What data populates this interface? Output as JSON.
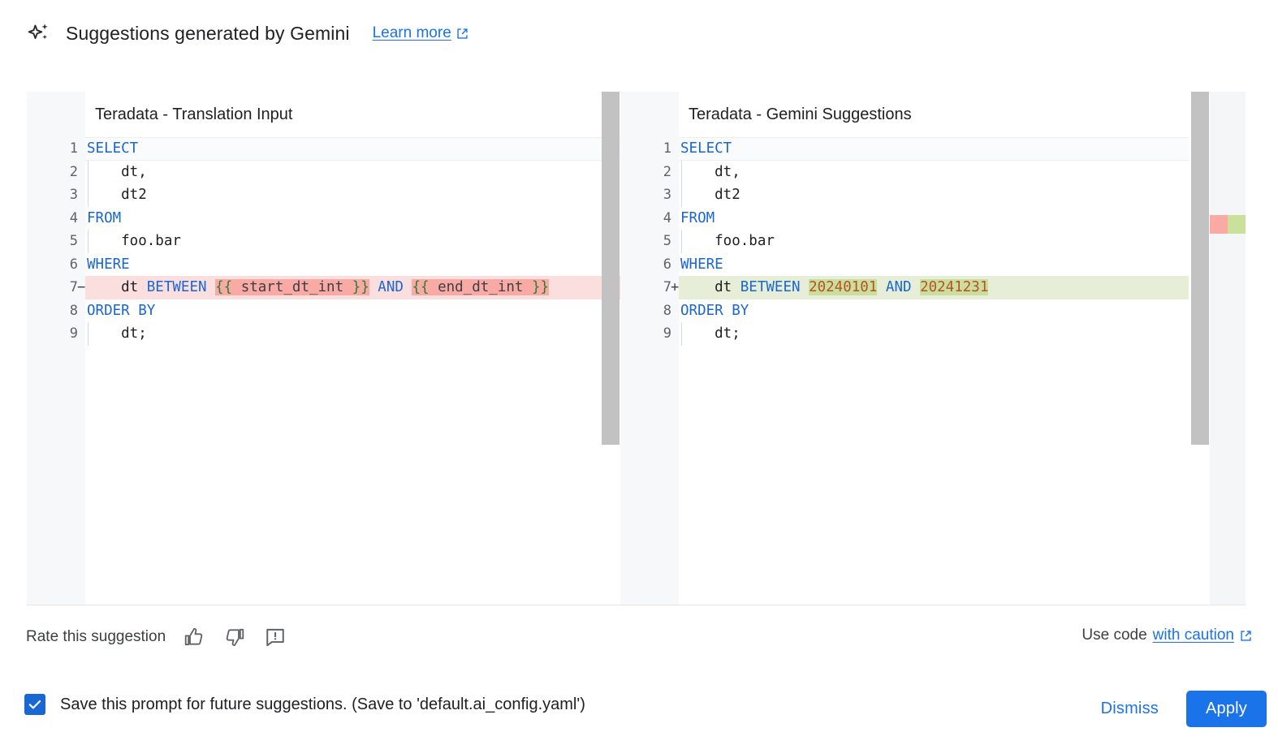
{
  "header": {
    "sparkle_icon": "sparkle-icon",
    "title": "Suggestions generated by Gemini",
    "learn_more": "Learn more",
    "learn_more_icon": "external-link-icon"
  },
  "diff": {
    "left": {
      "title": "Teradata - Translation Input",
      "lines": [
        {
          "no": "1",
          "marker": "",
          "type": "current",
          "indent": false,
          "tokens": [
            {
              "t": "SELECT",
              "c": "kw"
            }
          ]
        },
        {
          "no": "2",
          "marker": "",
          "type": "",
          "indent": true,
          "tokens": [
            {
              "t": "    dt,",
              "c": "ident"
            }
          ]
        },
        {
          "no": "3",
          "marker": "",
          "type": "",
          "indent": true,
          "tokens": [
            {
              "t": "    dt2",
              "c": "ident"
            }
          ]
        },
        {
          "no": "4",
          "marker": "",
          "type": "",
          "indent": false,
          "tokens": [
            {
              "t": "FROM",
              "c": "kw"
            }
          ]
        },
        {
          "no": "5",
          "marker": "",
          "type": "",
          "indent": true,
          "tokens": [
            {
              "t": "    foo.bar",
              "c": "ident"
            }
          ]
        },
        {
          "no": "6",
          "marker": "",
          "type": "",
          "indent": false,
          "tokens": [
            {
              "t": "WHERE",
              "c": "kw"
            }
          ]
        },
        {
          "no": "7",
          "marker": "−",
          "type": "del",
          "indent": false,
          "tokens": [
            {
              "t": "    dt ",
              "c": "ident"
            },
            {
              "t": "BETWEEN",
              "c": "kw"
            },
            {
              "t": " ",
              "c": "ident"
            },
            {
              "t": "{{",
              "c": "brc w-del"
            },
            {
              "t": " start_dt_int ",
              "c": "var w-del"
            },
            {
              "t": "}}",
              "c": "brc w-del"
            },
            {
              "t": " ",
              "c": "ident"
            },
            {
              "t": "AND",
              "c": "kw"
            },
            {
              "t": " ",
              "c": "ident"
            },
            {
              "t": "{{",
              "c": "brc w-del"
            },
            {
              "t": " end_dt_int ",
              "c": "var w-del"
            },
            {
              "t": "}}",
              "c": "brc w-del"
            }
          ]
        },
        {
          "no": "8",
          "marker": "",
          "type": "",
          "indent": false,
          "tokens": [
            {
              "t": "ORDER BY",
              "c": "kw"
            }
          ]
        },
        {
          "no": "9",
          "marker": "",
          "type": "",
          "indent": true,
          "tokens": [
            {
              "t": "    dt;",
              "c": "ident"
            }
          ]
        }
      ]
    },
    "right": {
      "title": "Teradata - Gemini Suggestions",
      "lines": [
        {
          "no": "1",
          "marker": "",
          "type": "current",
          "indent": false,
          "tokens": [
            {
              "t": "SELECT",
              "c": "kw"
            }
          ]
        },
        {
          "no": "2",
          "marker": "",
          "type": "",
          "indent": true,
          "tokens": [
            {
              "t": "    dt,",
              "c": "ident"
            }
          ]
        },
        {
          "no": "3",
          "marker": "",
          "type": "",
          "indent": true,
          "tokens": [
            {
              "t": "    dt2",
              "c": "ident"
            }
          ]
        },
        {
          "no": "4",
          "marker": "",
          "type": "",
          "indent": false,
          "tokens": [
            {
              "t": "FROM",
              "c": "kw"
            }
          ]
        },
        {
          "no": "5",
          "marker": "",
          "type": "",
          "indent": true,
          "tokens": [
            {
              "t": "    foo.bar",
              "c": "ident"
            }
          ]
        },
        {
          "no": "6",
          "marker": "",
          "type": "",
          "indent": false,
          "tokens": [
            {
              "t": "WHERE",
              "c": "kw"
            }
          ]
        },
        {
          "no": "7",
          "marker": "+",
          "type": "add",
          "indent": false,
          "tokens": [
            {
              "t": "    dt ",
              "c": "ident"
            },
            {
              "t": "BETWEEN",
              "c": "kw"
            },
            {
              "t": " ",
              "c": "ident"
            },
            {
              "t": "20240101",
              "c": "num w-add"
            },
            {
              "t": " ",
              "c": "ident"
            },
            {
              "t": "AND",
              "c": "kw"
            },
            {
              "t": " ",
              "c": "ident"
            },
            {
              "t": "20241231",
              "c": "num w-add"
            }
          ]
        },
        {
          "no": "8",
          "marker": "",
          "type": "",
          "indent": false,
          "tokens": [
            {
              "t": "ORDER BY",
              "c": "kw"
            }
          ]
        },
        {
          "no": "9",
          "marker": "",
          "type": "",
          "indent": true,
          "tokens": [
            {
              "t": "    dt;",
              "c": "ident"
            }
          ]
        }
      ]
    }
  },
  "rate": {
    "label": "Rate this suggestion",
    "thumb_up_icon": "thumb-up-icon",
    "thumb_down_icon": "thumb-down-icon",
    "report_icon": "report-feedback-icon"
  },
  "use_code": {
    "prefix": "Use code",
    "link": "with caution",
    "icon": "external-link-icon"
  },
  "footer": {
    "checkbox_checked": true,
    "checkbox_label": "Save this prompt for future suggestions. (Save to 'default.ai_config.yaml')",
    "dismiss_label": "Dismiss",
    "apply_label": "Apply"
  },
  "colors": {
    "accent_blue": "#1a73e8",
    "keyword_blue": "#1967d2",
    "number_orange": "#b5541d",
    "brace_green": "#2e7d32",
    "diff_del_bg": "#fbdfdf",
    "diff_del_word": "#f9aaa4",
    "diff_add_bg": "#e7eed8",
    "diff_add_word": "#cbdd9f",
    "scrollbar_gray": "#c2c2c2"
  }
}
